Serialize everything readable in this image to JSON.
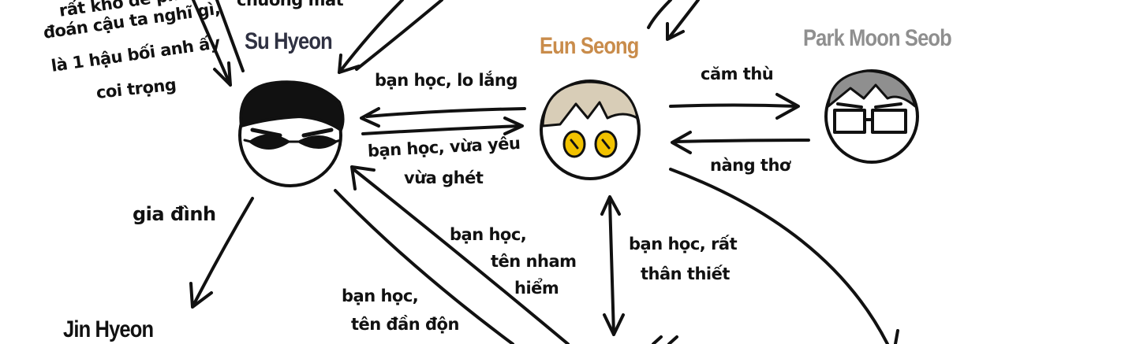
{
  "characters": {
    "su_hyeon": {
      "name": "Su Hyeon",
      "color": "#2f3142"
    },
    "eun_seong": {
      "name": "Eun Seong",
      "color": "#c98c4b"
    },
    "park_moon_seob": {
      "name": "Park Moon Seob",
      "color": "#8f8f8f"
    },
    "jin_hyeon": {
      "name": "Jin Hyeon",
      "color": "#111111"
    }
  },
  "relations": {
    "top_left_note": [
      "rất khó để phán",
      "đoán cậu ta nghĩ gì,",
      "là 1 hậu bối anh ấy",
      "coi trọng"
    ],
    "top_cut": "chướng mắt",
    "su_to_eun": "bạn học, lo lắng",
    "eun_to_su": [
      "bạn học, vừa yêu",
      "vừa ghét"
    ],
    "eun_to_park": "căm thù",
    "park_to_eun": "nàng thơ",
    "su_to_jin": "gia đình",
    "nham_hiem": [
      "bạn học,",
      "tên nham",
      "hiểm"
    ],
    "dan_don": [
      "bạn học,",
      "tên đần độn"
    ],
    "than_thiet": [
      "bạn học, rất",
      "thân thiết"
    ]
  }
}
